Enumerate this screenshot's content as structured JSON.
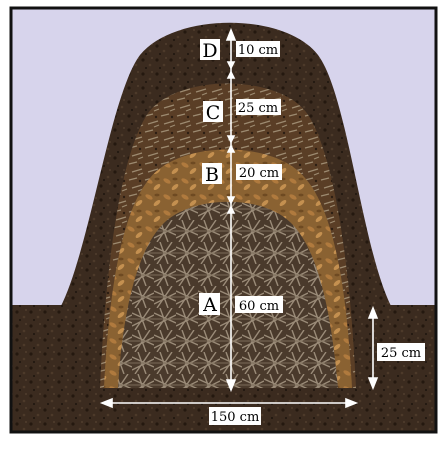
{
  "diagram": {
    "colors": {
      "sky": "#d7d4ec",
      "frame": "#111111",
      "soil": "#3b2b1f",
      "soil_dark": "#24180f",
      "layer_d": "#2f2218",
      "layer_c": "#5a3e26",
      "layer_b": "#8a6232",
      "layer_a": "#4a3a2c",
      "twig": "#9a8b78",
      "leaf": "#b07a3e",
      "arrow": "#ffffff",
      "label_bg": "#ffffff",
      "label_text": "#000000"
    },
    "layers": [
      {
        "letter": "D",
        "thickness": "10 cm"
      },
      {
        "letter": "C",
        "thickness": "25 cm"
      },
      {
        "letter": "B",
        "thickness": "20 cm"
      },
      {
        "letter": "A",
        "thickness": "60 cm"
      }
    ],
    "base_width": "150 cm",
    "pit_depth": "25 cm"
  }
}
